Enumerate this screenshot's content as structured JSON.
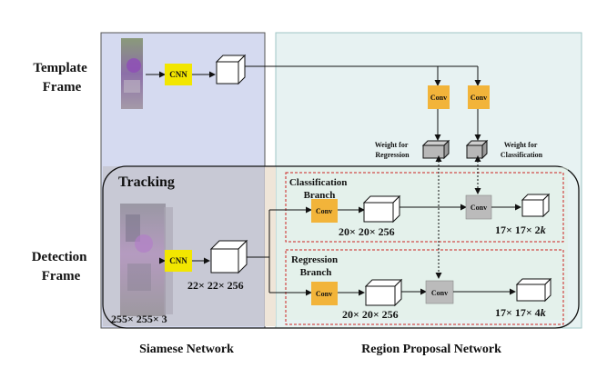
{
  "labels": {
    "template_frame_l1": "Template",
    "template_frame_l2": "Frame",
    "detection_frame_l1": "Detection",
    "detection_frame_l2": "Frame",
    "tracking": "Tracking",
    "siamese_network": "Siamese Network",
    "region_proposal_network": "Region Proposal Network",
    "cnn_top": "CNN",
    "cnn_bottom": "CNN",
    "dim_detection_feature": "22× 22× 256",
    "dim_input": "255× 255× 3",
    "conv_top_left": "Conv",
    "conv_top_right": "Conv",
    "weight_regression_l1": "Weight for",
    "weight_regression_l2": "Regression",
    "weight_classification_l1": "Weight for",
    "weight_classification_l2": "Classification",
    "cls_branch_l1": "Classification",
    "cls_branch_l2": "Branch",
    "reg_branch_l1": "Regression",
    "reg_branch_l2": "Branch",
    "conv_cls": "Conv",
    "conv_reg": "Conv",
    "conv_cls_corr": "Conv",
    "conv_reg_corr": "Conv",
    "dim_cls_feature": "20× 20× 256",
    "dim_reg_feature": "20× 20× 256",
    "dim_cls_out_a": "17× 17× 2",
    "dim_cls_out_k": "k",
    "dim_reg_out_a": "17× 17× 4",
    "dim_reg_out_k": "k"
  },
  "colors": {
    "siamese_bg": "#d5daf0",
    "rpn_bg": "#e7f2f2",
    "tracking_overlay": "#c8c8d0",
    "cnn_fill": "#f2e600",
    "conv_fill": "#f2b43a",
    "corr_fill": "#bbbbbb",
    "dashed_red": "#cc2222"
  }
}
